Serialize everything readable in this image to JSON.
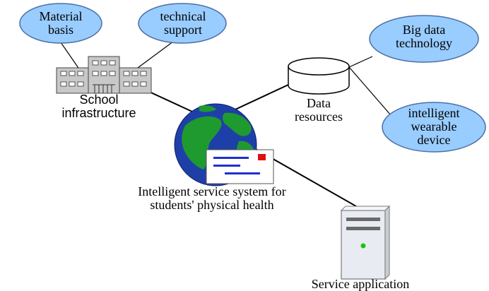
{
  "nodes": {
    "material_basis": {
      "line1": "Material",
      "line2": "basis"
    },
    "technical_support": {
      "line1": "technical",
      "line2": "support"
    },
    "big_data_technology": {
      "line1": "Big data",
      "line2": "technology"
    },
    "intelligent_wearable_device": {
      "line1": "intelligent",
      "line2": "wearable",
      "line3": "device"
    },
    "school_infrastructure": {
      "line1": "School",
      "line2": "infrastructure"
    },
    "data_resources": {
      "line1": "Data",
      "line2": "resources"
    },
    "intelligent_service_system": {
      "line1": "Intelligent service system for",
      "line2": "students' physical health"
    },
    "service_application": {
      "line1": "Service application"
    }
  },
  "colors": {
    "ellipse_fill": "#99ccff",
    "ellipse_stroke": "#4a6fa5",
    "globe_ocean": "#1f3fa8",
    "globe_land": "#1f9a2e",
    "envelope_line": "#1f2fd0",
    "envelope_stamp": "#e01010",
    "server_led": "#19c219",
    "building_fill": "#c8c8c8"
  }
}
